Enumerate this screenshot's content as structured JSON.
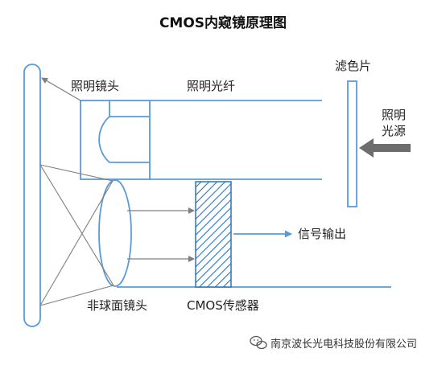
{
  "title": "CMOS内窥镜原理图",
  "labels": {
    "lighting_lens": "照明镜头",
    "lighting_fiber": "照明光纤",
    "filter": "滤色片",
    "light_source_line1": "照明",
    "light_source_line2": "光源",
    "signal_output": "信号输出",
    "aspheric_lens": "非球面镜头",
    "cmos_sensor": "CMOS传感器"
  },
  "watermark": {
    "text": "南京波长光电科技股份有限公司",
    "icon": "wechat-icon"
  },
  "colors": {
    "line": "#5b9bd5",
    "hatch": "#2e75b6",
    "arrow_gray": "#7f7f7f",
    "light_arrow": "#6d6d6d",
    "text": "#222222"
  }
}
